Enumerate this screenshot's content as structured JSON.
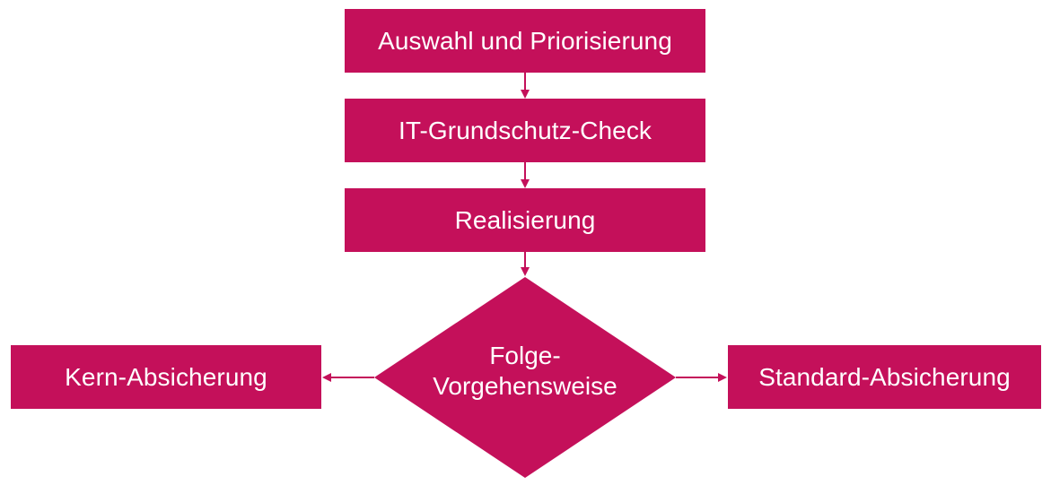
{
  "diagram": {
    "steps": {
      "selection": "Auswahl und Priorisierung",
      "check": "IT-Grundschutz-Check",
      "realization": "Realisierung"
    },
    "decision": {
      "line1": "Folge-",
      "line2": "Vorgehensweise"
    },
    "outcomes": {
      "left": "Kern-Absicherung",
      "right": "Standard-Absicherung"
    },
    "colors": {
      "fill": "#c4105a",
      "text": "#ffffff",
      "connector": "#c4105a"
    }
  }
}
